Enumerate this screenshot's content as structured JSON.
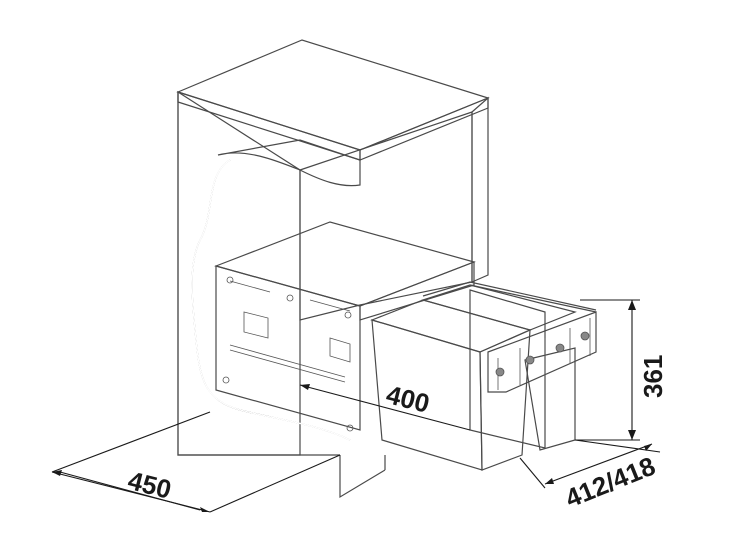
{
  "figure": {
    "subject": "cabinet pull-out waste bin system",
    "colors": {
      "cabinet": "#d9d9d9",
      "cabinet_shade": "#cfcfcf",
      "worktop": "#e2e2e2",
      "frame": "#eeeeee",
      "bin_front": "#bdbdbd",
      "bin_side": "#a9a9a9",
      "bin_rear": "#9e9e9e",
      "line": "#4a4a4a",
      "dimension": "#1a1a1a"
    }
  },
  "dimensions": {
    "cabinet_depth": "450",
    "pullout_travel": "400",
    "bin_height": "361",
    "cabinet_width": "412/418"
  }
}
